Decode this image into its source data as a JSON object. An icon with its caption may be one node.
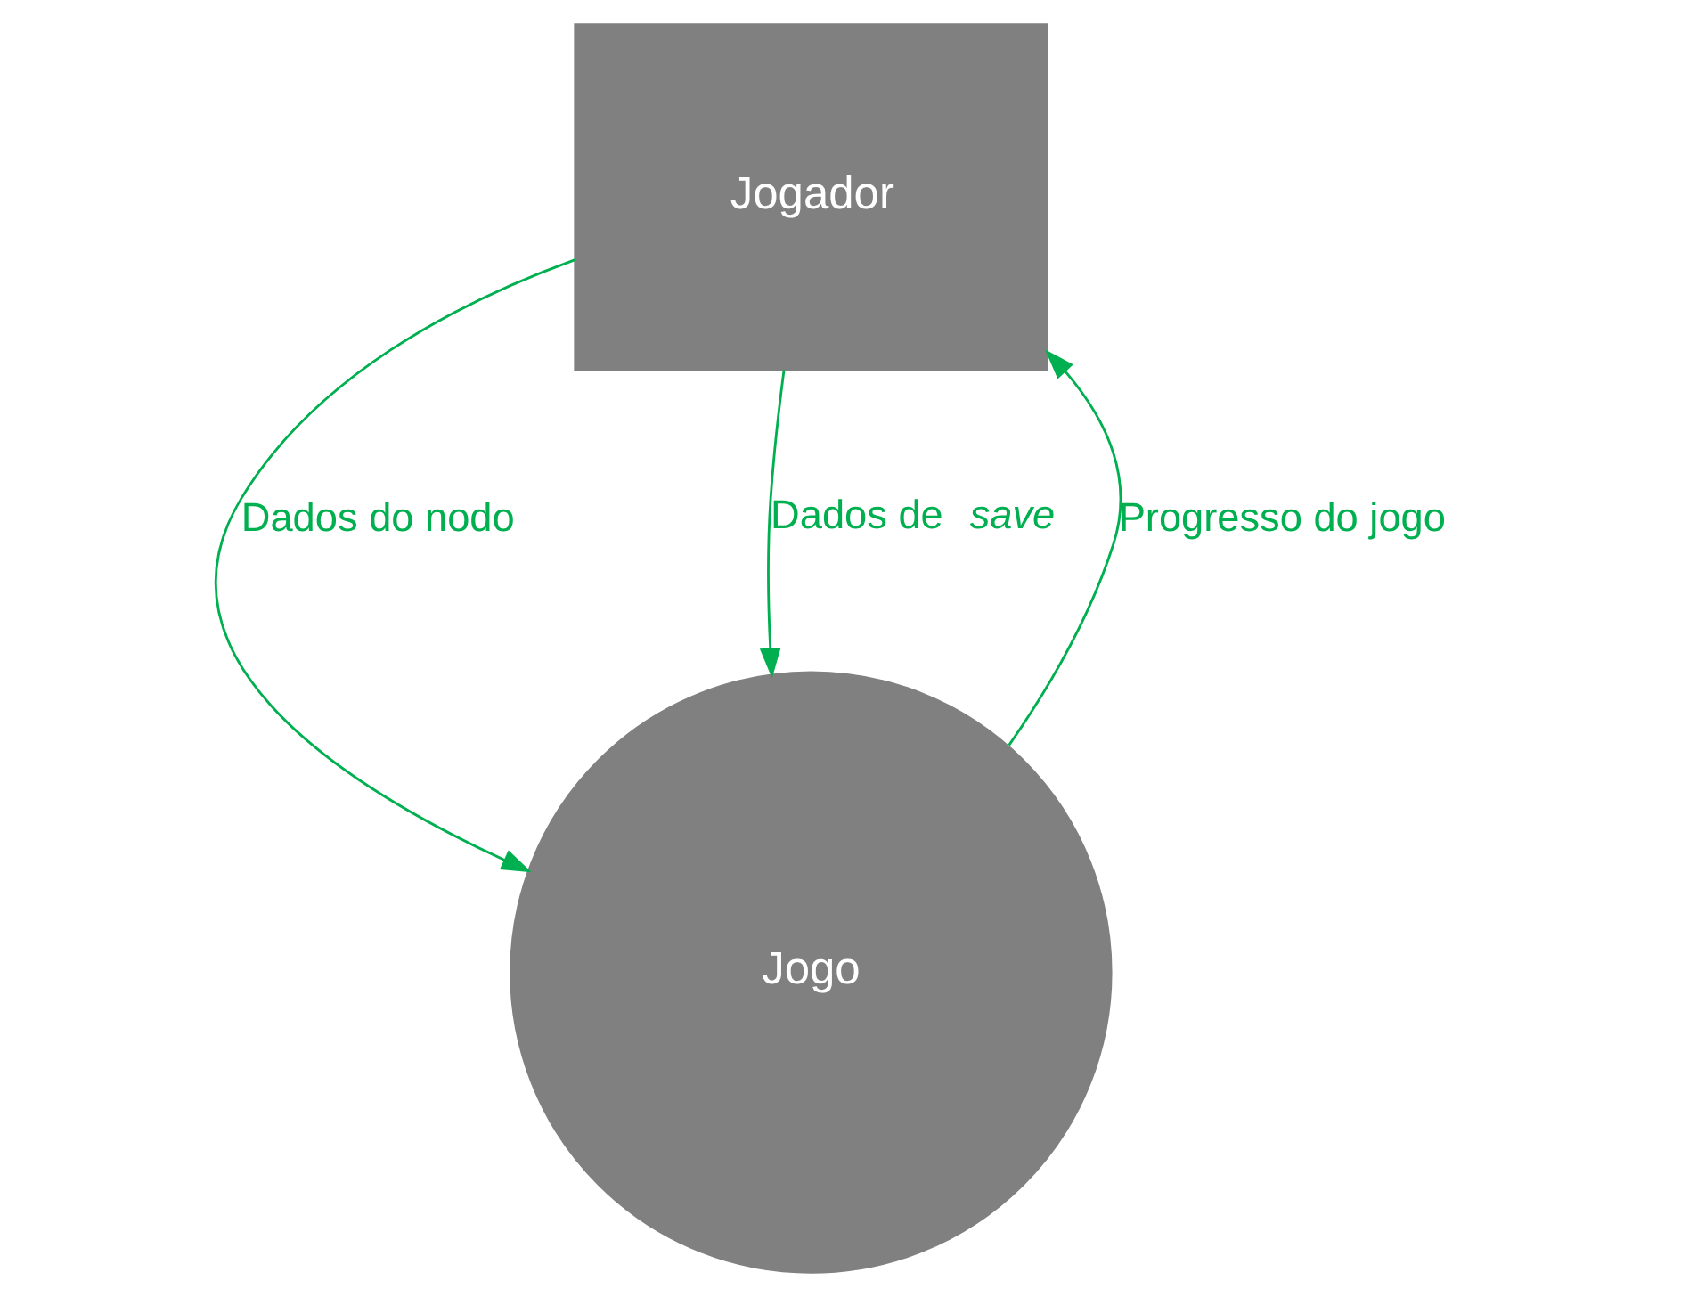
{
  "diagram": {
    "nodes": [
      {
        "text": [
          "Jogador"
        ]
      },
      {
        "text": [
          "Jogo"
        ]
      }
    ],
    "edges": [
      {
        "from": 0,
        "to": 1,
        "arrow": "to",
        "label": "Dados do nodo"
      },
      {
        "from": 0,
        "to": 1,
        "arrow": "to",
        "label": "Dados de *save*"
      },
      {
        "from": 1,
        "to": 0,
        "arrow": "to",
        "label": "Progresso do jogo"
      }
    ]
  }
}
